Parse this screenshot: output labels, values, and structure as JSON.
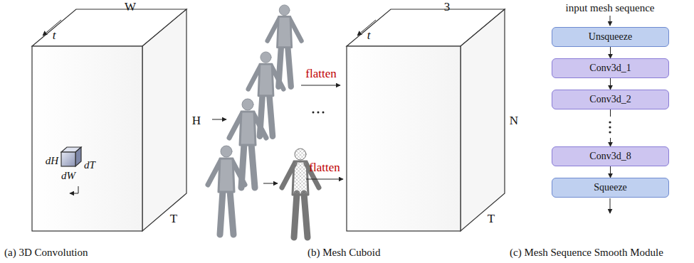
{
  "diagram": {
    "nodes": [
      {
        "text": [
          "Unsqueeze"
        ]
      },
      {
        "text": [
          "Conv3d_1"
        ]
      },
      {
        "text": [
          "Conv3d_2"
        ]
      },
      {
        "text": [
          "Conv3d_8"
        ]
      },
      {
        "text": [
          "Squeeze"
        ]
      }
    ],
    "edges": [
      {
        "from": 0,
        "to": 1,
        "arrow": "to"
      },
      {
        "from": 1,
        "to": 2,
        "arrow": "to"
      },
      {
        "from": 2,
        "to": 3,
        "arrow": "to"
      },
      {
        "from": 3,
        "to": 4,
        "arrow": "to"
      }
    ],
    "labels": [
      "W",
      "t",
      "H",
      "dH",
      "dW",
      "dT",
      "T",
      "(a) 3D Convolution",
      "flatten",
      "flatten",
      "3",
      "t",
      "N",
      "T",
      "(b) Mesh Cuboid",
      "input mesh sequence",
      "(c) Mesh Sequence Smooth Module"
    ]
  }
}
